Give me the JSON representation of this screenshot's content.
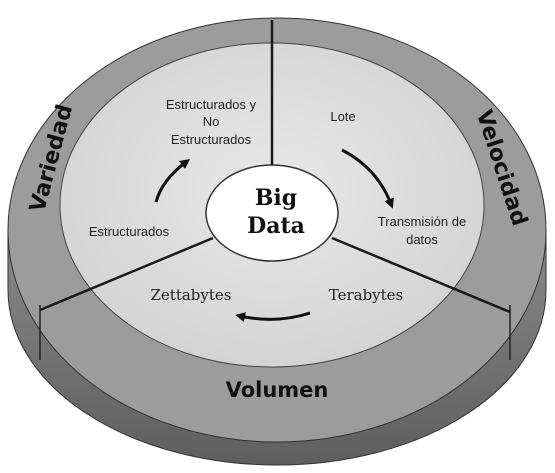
{
  "diagram": {
    "center": {
      "line1": "Big",
      "line2": "Data"
    },
    "dimensions": {
      "variedad": "Variedad",
      "velocidad": "Velocidad",
      "volumen": "Volumen"
    },
    "variedad_cycle": {
      "from": "Estructurados",
      "to_line1": "Estructurados y",
      "to_line2": "No",
      "to_line3": "Estructurados"
    },
    "velocidad_cycle": {
      "from": "Lote",
      "to_line1": "Transmisión de",
      "to_line2": "datos"
    },
    "volumen_cycle": {
      "from": "Terabytes",
      "to": "Zettabytes"
    },
    "colors": {
      "outer_ring": "#9a9a9a",
      "outer_side": "#7a7a7a",
      "inner_ring": "#dcdcdc",
      "center": "#ffffff",
      "divider": "#1a1a1a"
    }
  }
}
